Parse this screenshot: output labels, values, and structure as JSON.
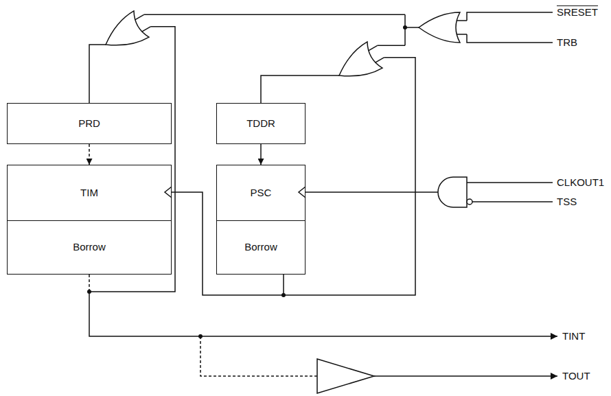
{
  "diagram": {
    "nodes": [
      {
        "text": [
          "PRD"
        ]
      },
      {
        "text": [
          "TDDR"
        ]
      },
      {
        "text": [
          "TIM",
          "Borrow"
        ]
      },
      {
        "text": [
          "PSC",
          "Borrow"
        ]
      }
    ],
    "edges": [
      {
        "from": 0,
        "to": 2,
        "arrow": "to"
      },
      {
        "from": 1,
        "to": 3,
        "arrow": "to"
      },
      {
        "from": 3,
        "to": 2,
        "arrow": "none"
      }
    ],
    "labels": [
      "SRESET",
      "TRB",
      "CLKOUT1",
      "TSS",
      "TINT",
      "TOUT"
    ]
  }
}
